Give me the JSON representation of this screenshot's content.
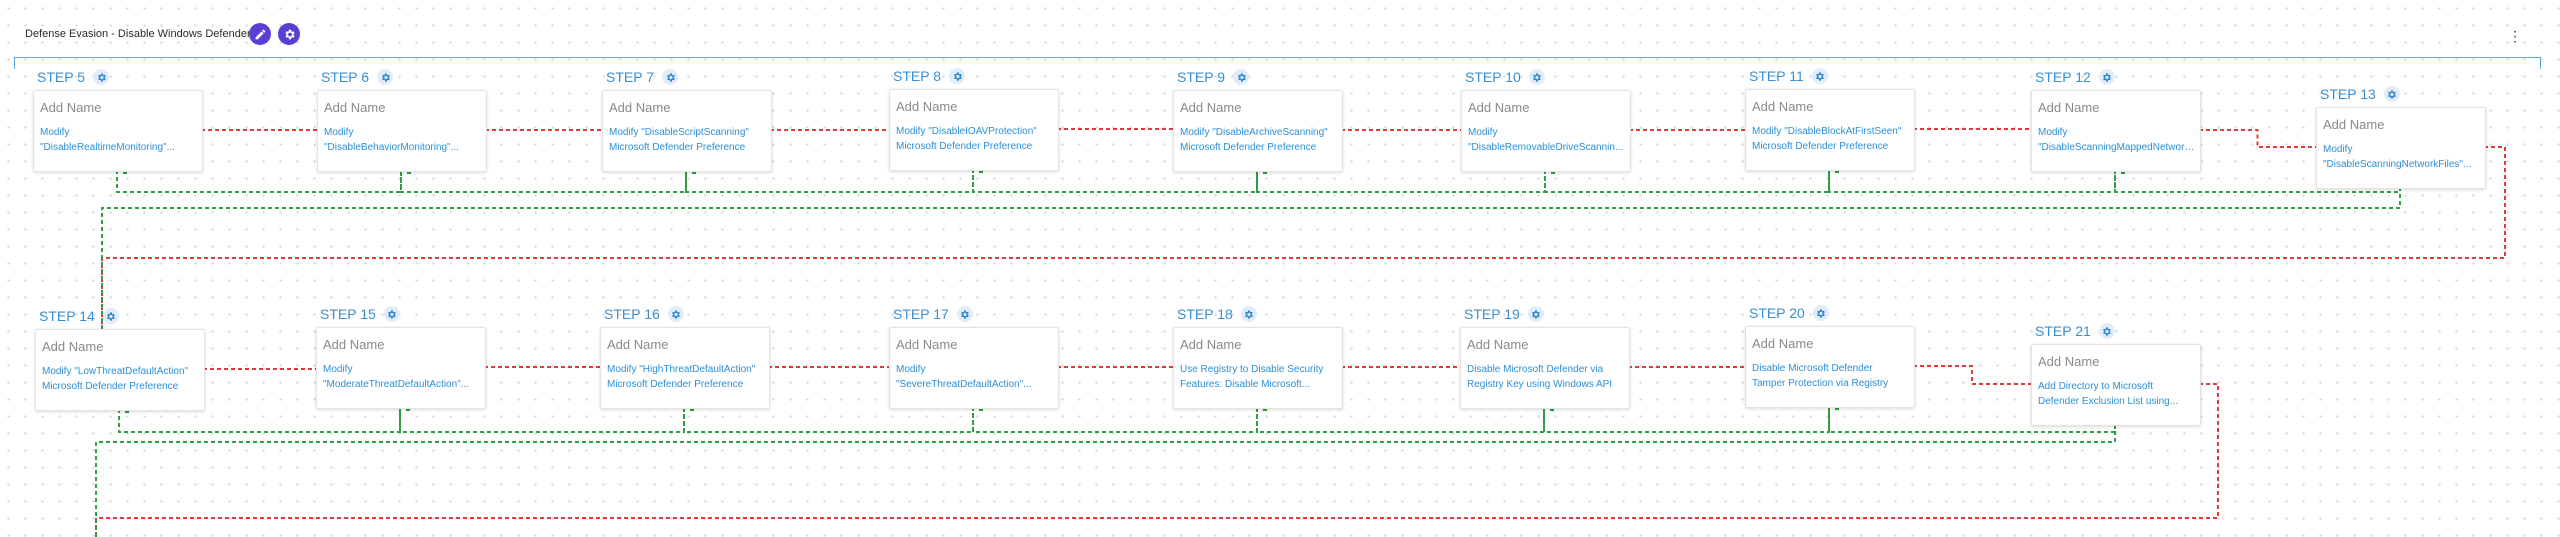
{
  "header": {
    "title": "Defense Evasion - Disable Windows Defender"
  },
  "icons": {
    "edit": "pencil-icon",
    "settings": "gear-icon",
    "menu": "kebab-menu-icon"
  },
  "colors": {
    "accent": "#5b3fd4",
    "step_blue": "#3a8fd0",
    "success_wire": "#2f9e44",
    "failure_wire": "#e03b3b"
  },
  "steps": [
    {
      "label": "STEP 5",
      "name_placeholder": "Add Name",
      "desc_line1": "Modify",
      "desc_line2": "\"DisableRealtimeMonitoring\"..."
    },
    {
      "label": "STEP 6",
      "name_placeholder": "Add Name",
      "desc_line1": "Modify",
      "desc_line2": "\"DisableBehaviorMonitoring\"..."
    },
    {
      "label": "STEP 7",
      "name_placeholder": "Add Name",
      "desc_line1": "Modify \"DisableScriptScanning\"",
      "desc_line2": "Microsoft Defender Preference"
    },
    {
      "label": "STEP 8",
      "name_placeholder": "Add Name",
      "desc_line1": "Modify \"DisableIOAVProtection\"",
      "desc_line2": "Microsoft Defender Preference"
    },
    {
      "label": "STEP 9",
      "name_placeholder": "Add Name",
      "desc_line1": "Modify \"DisableArchiveScanning\"",
      "desc_line2": "Microsoft Defender Preference"
    },
    {
      "label": "STEP 10",
      "name_placeholder": "Add Name",
      "desc_line1": "Modify",
      "desc_line2": "\"DisableRemovableDriveScannin..."
    },
    {
      "label": "STEP 11",
      "name_placeholder": "Add Name",
      "desc_line1": "Modify \"DisableBlockAtFirstSeen\"",
      "desc_line2": "Microsoft Defender Preference"
    },
    {
      "label": "STEP 12",
      "name_placeholder": "Add Name",
      "desc_line1": "Modify",
      "desc_line2": "\"DisableScanningMappedNetworkDrivesForFullSca..."
    },
    {
      "label": "STEP 13",
      "name_placeholder": "Add Name",
      "desc_line1": "Modify",
      "desc_line2": "\"DisableScanningNetworkFiles\"..."
    },
    {
      "label": "STEP 14",
      "name_placeholder": "Add Name",
      "desc_line1": "Modify \"LowThreatDefaultAction\"",
      "desc_line2": "Microsoft Defender Preference"
    },
    {
      "label": "STEP 15",
      "name_placeholder": "Add Name",
      "desc_line1": "Modify",
      "desc_line2": "\"ModerateThreatDefaultAction\"..."
    },
    {
      "label": "STEP 16",
      "name_placeholder": "Add Name",
      "desc_line1": "Modify \"HighThreatDefaultAction\"",
      "desc_line2": "Microsoft Defender Preference"
    },
    {
      "label": "STEP 17",
      "name_placeholder": "Add Name",
      "desc_line1": "Modify",
      "desc_line2": "\"SevereThreatDefaultAction\"..."
    },
    {
      "label": "STEP 18",
      "name_placeholder": "Add Name",
      "desc_line1": "Use Registry to Disable Security",
      "desc_line2": "Features: Disable Microsoft..."
    },
    {
      "label": "STEP 19",
      "name_placeholder": "Add Name",
      "desc_line1": "Disable Microsoft Defender via",
      "desc_line2": "Registry Key using Windows API"
    },
    {
      "label": "STEP 20",
      "name_placeholder": "Add Name",
      "desc_line1": "Disable Microsoft Defender",
      "desc_line2": "Tamper Protection via Registry"
    },
    {
      "label": "STEP 21",
      "name_placeholder": "Add Name",
      "desc_line1": "Add Directory to Microsoft",
      "desc_line2": "Defender Exclusion List using..."
    }
  ]
}
